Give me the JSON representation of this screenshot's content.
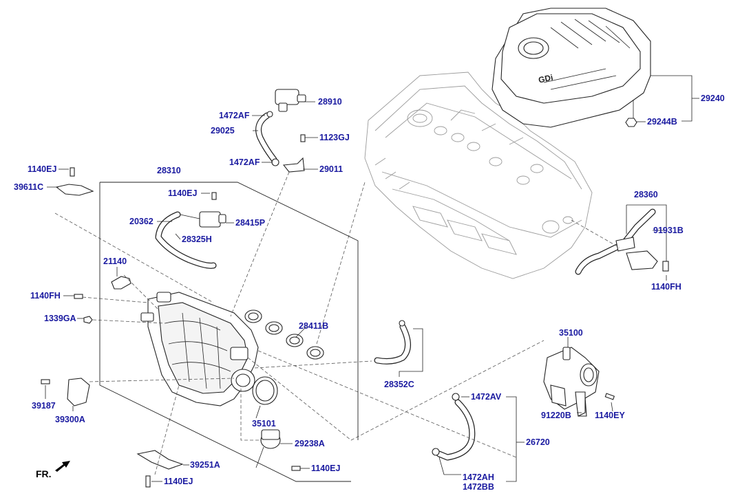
{
  "labels": {
    "l28910": "28910",
    "l1472AF_a": "1472AF",
    "l29025": "29025",
    "l1123GJ": "1123GJ",
    "l1472AF_b": "1472AF",
    "l29011": "29011",
    "l29240": "29240",
    "l29244B": "29244B",
    "l1140EJ_a": "1140EJ",
    "l39611C": "39611C",
    "l28310": "28310",
    "l1140EJ_b": "1140EJ",
    "l20362": "20362",
    "l28415P": "28415P",
    "l28325H": "28325H",
    "l21140": "21140",
    "l1140FH_a": "1140FH",
    "l1339GA": "1339GA",
    "l28411B": "28411B",
    "l28360": "28360",
    "l91931B": "91931B",
    "l1140FH_b": "1140FH",
    "l35100": "35100",
    "l28352C": "28352C",
    "l39187": "39187",
    "l39300A": "39300A",
    "l35101": "35101",
    "l29238A": "29238A",
    "l1472AV": "1472AV",
    "l26720": "26720",
    "l91220B": "91220B",
    "l1140EY": "1140EY",
    "l39251A": "39251A",
    "l1140EJ_c": "1140EJ",
    "l1140EJ_d": "1140EJ",
    "l1472AH": "1472AH",
    "l1472BB": "1472BB",
    "fr": "FR."
  },
  "engine_cover_emblem": "GDi"
}
